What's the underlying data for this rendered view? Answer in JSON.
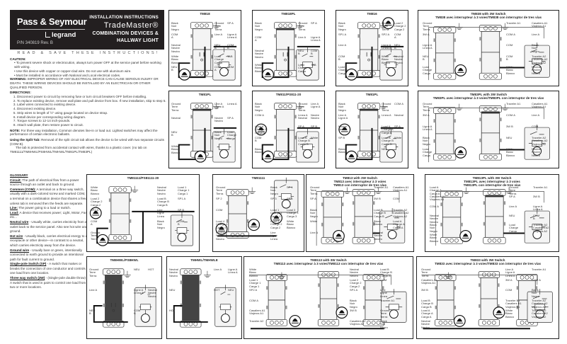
{
  "header": {
    "brand": "Pass & Seymour",
    "sub_brand": "legrand",
    "part_number": "P/N 340819 Rev. B",
    "doc_type": "INSTALLATION INSTRUCTIONS",
    "product": "TradeMaster®",
    "subtitle_line1": "COMBINATION DEVICES &",
    "subtitle_line2": "HALLWAY LIGHT"
  },
  "instructions": {
    "read_save": "READ & SAVE THESE INSTRUCTIONS!",
    "caution_label": "CAUTION:",
    "caution_items": [
      "To prevent severe shock or electrocution, always turn power OFF at the service panel before working with wiring.",
      "Use this device with copper or copper-clad wire. Do not use with aluminum wire.",
      "Must be installed in accordance with National and Local electrical codes."
    ],
    "warning_label": "WARNING:",
    "warning_text": "IMPROPER WIRING OF ANY ELECTRICAL DEVICE CAN CAUSE SERIOUS INJURY OR DEATH. THESE WIRING DEVICES SHOULD BE INSTALLED BY AN ELECTRICIAN OR OTHER QUALIFIED PERSON.",
    "directions_label": "DIRECTIONS:",
    "directions": [
      "Disconnect power to circuit by removing fuse or turn circuit breakers OFF before installing.",
      "To replace existing device, remove wall plate and pull device from box. If new installation, skip to step 5.",
      "Label wires connected to existing device.",
      "Disconnect existing device.",
      "Strip wires to length of ½\" using gauge located on device strap.",
      "Install device per corresponding wiring diagram.",
      "Torque screws to 12-14 inch-pounds.",
      "Attach wall plate, then restore power to circuit."
    ],
    "note_label": "NOTE:",
    "note_text": "For three way installation, Common denotes line-in or load out. Lighted switches may affect the performance of certain electronic ballasts.",
    "split_tab_label": "Using the Split Tab:",
    "split_tab_text": "Removal of the split circuit tab allows the device to be wired with two separate circuits (COM B).",
    "split_tab_text2": "The tab is protected from accidental contact with wires, thanks to a plastic cover. (no tab on TM81111/TM8HWL/PS8HWL/TMHWL/TM81PL/TM83PL)"
  },
  "glossary": {
    "title": "GLOSSARY",
    "terms": [
      {
        "term": "Circuit:",
        "def": "The path of electrical flow from a power source through an outlet and back to ground."
      },
      {
        "term": "Common (COM):",
        "def": "A terminal on a three way switch, usually with a dark-colored screw and marked COM, or a terminal on a combination device that shares a feed unless tab is removed then the feeds are separate."
      },
      {
        "term": "Line:",
        "def": "The power going to a load or switch."
      },
      {
        "term": "Load:",
        "def": "A device that receives power; Light, Motor, Fan, etc..."
      },
      {
        "term": "Neutral wire",
        "def": "- Usually white, carries electricity from an outlet back to the service panel. Also see hot wire and ground."
      },
      {
        "term": "Hot wire",
        "def": "- Usually black, carries electrical energy to a receptacle or other device—in contrast to a neutral, which carries electricity away from the device."
      },
      {
        "term": "Ground wire",
        "def": "- Usually bare or green, intentionally connected to earth ground to provide an intentional path for fault current to ground."
      },
      {
        "term": "Single-pole Switch (SP)",
        "def": "- A switch that makes or breaks the connection of one conductor and controls one load from one location."
      },
      {
        "term": "Three way switch (3W)",
        "def": "- (Single-pole double throw) - A switch that is used in pairs to control one load from two or more locations."
      }
    ]
  },
  "diagrams": [
    {
      "title": "TM818",
      "labels": [
        "Black\nNoir\nNegro",
        "Ground\nTerre\nTierra",
        "SP A",
        "COM\nA",
        "Line A",
        "Ligne A\nLínea A",
        "Neutral\nNeutre\nNeutro",
        "NEU\nB",
        "COM\nB",
        "White\nBlanc\nBlanco",
        "Load\nCharge\nCarga",
        "TAB",
        "NEU\nB",
        "COM\nA",
        "COM\nB"
      ]
    },
    {
      "title": "TM818PL",
      "labels": [
        "Black\nNoir\nNegro",
        "Ground\nTerre\nTierra",
        "SP A",
        "COM\nA",
        "Line A",
        "Ligne A\nLínea A",
        "Neutral\nNeutre\nNeutro",
        "NEU\nB",
        "COM\nB",
        "White\nBlanc\nBlanco",
        "Load\nCharge\nCarga",
        "TAB"
      ]
    },
    {
      "title": "TM816",
      "labels": [
        "Black\nNoir\nNegro",
        "Ground\nTerre\nTierra",
        "Load 2\nCharge 2\nCarga 2",
        "SP1 A",
        "SP2 A",
        "COM\nA",
        "Line A",
        "Ligne A\nLínea A",
        "NEU\nB",
        "COM\nB",
        "White\nBlanc\nBlanco",
        "Neutral\nNeutre\nNeutro",
        "Load\nCharge\nCarga"
      ]
    },
    {
      "title": "TM838 with 3W Switch",
      "subtitle": "TM838 avec interrupteur à 3 voies/TM838 con interruptor de tres vías",
      "labels": [
        "Ground\nTerre\nTierra",
        "Traveler A1",
        "Casaliers A1\nViajeros A1",
        "3W A",
        "COM A",
        "Line A",
        "Ligne A\nLínea A",
        "COM",
        "Black\nNoir\nNegro",
        "NEU\nB",
        "COM\nB",
        "Traveler A2\nCasaliers A2\nViajeros A2",
        "Load\nCharge\nCarga",
        "White\nBlanc\nBlanco",
        "Neutral\nNeutre\nNeutro"
      ]
    },
    {
      "title": "TM81PL",
      "labels": [
        "Ground\nTerre\nTierra",
        "Line A\nLigne A",
        "Línea A",
        "Neutral",
        "Neutre\nNeutro",
        "SP A",
        "NEU\nB",
        "Black\nNoir\nNegro",
        "Load\nCharge\nCarga",
        "White\nBlanc\nBlanco"
      ]
    },
    {
      "title": "TM811/PS811-20",
      "labels": [
        "Black\nNoir\nNegro",
        "Ground\nTerre\nTierra",
        "Line A\nLigne A",
        "COM A",
        "Línea A\nNeutral",
        "Neutre\nNeutro",
        "Load A\nCharge A\nCarga A",
        "SP A",
        "SP B",
        "COM\nB",
        "Load B\nCharge B\nCarga B",
        "White",
        "Blanc\nBlanco"
      ]
    },
    {
      "title": "TM81PL",
      "labels": [
        "Black\nNoir\nNegro",
        "Ground\nTerre\nTierra",
        "COM A",
        "Line A\nLigne A",
        "Línea A",
        "Neutral",
        "Neutre\nNeutro",
        "Load A\nCharge A\nCarga A",
        "SP A",
        "SP B",
        "Load B\nCharge B\nCarga B",
        "White",
        "Blanc\nBlanco",
        "NEU"
      ]
    },
    {
      "title": "TM83PL with 3W Switch",
      "subtitle": "TM83PL avec interrupteur à 3 voies/TM83PL con interruptor de tres vías",
      "labels": [
        "Ground\nTerre\nTierra",
        "Traveler A1",
        "Casaliers A1\nViajeros A1",
        "3W A",
        "COM A",
        "Line A",
        "Ligne A\nLínea A",
        "3W B",
        "COM",
        "Black\nNoir\nNegro",
        "NEU",
        "Traveler A2\nCasaliers A2\nViajeros A2",
        "Load\nCharge\nCarga",
        "White\nBlanc\nBlanco",
        "Neutral\nNeutre\nNeutro"
      ]
    },
    {
      "title": "TM81111/PS81111-20",
      "labels": [
        "White\nBlanc\nBlanco",
        "Neutral\nNeutre\nNeutro",
        "Load 1\nCharge 1\nCarga 1",
        "Load 2\nCharge 2\nCarga 2",
        "Load B\nCharge B\nCarga B",
        "SP1 A",
        "SP2 A",
        "Line\nLigne\nLínea",
        "SP B",
        "COM\nA",
        "Black\nNoir\nNegro",
        "COM\nB",
        "Ground\nTerre\nTierra"
      ]
    },
    {
      "title": "TM81111",
      "labels": [
        "Ground\nTerre\nTierra",
        "Black\nNoir\nNegro",
        "SP 1",
        "SP 2",
        "SP 3",
        "SP 4",
        "COM",
        "Load 1\nCharge 1\nCarga 1",
        "Load 3\nCharge 3\nCarga 3",
        "Load 4\nCharge 4\nCarga 4",
        "Load 2\nCharge 2\nCarga 2",
        "White\nBlanc\nBlanco",
        "Neutral\nNeutre\nNeutro",
        "Line\nLigne\nLínea"
      ]
    },
    {
      "title": "TM813 with 3W Switch",
      "subtitle": "TM813 avec interrupteur à 3 voies\nTM813 con interruptor de tres vías",
      "labels": [
        "Ground\nTerre\nTierra",
        "Traveler A1",
        "Casaliers A1\nViajeros A1",
        "SP A",
        "3W B",
        "COM",
        "Black\nNoir\nNegro",
        "Load B\nCharge B\nCarga B",
        "Traveler A2\nCasaliers A2\nViajeros A2",
        "White",
        "Blanc\nBlanco",
        "Load A\nCharge A\nCarga A",
        "Line A",
        "Neutral\nNeutre\nNeutro"
      ]
    },
    {
      "title": "TM813PL with 3W Switch",
      "subtitle": "TM813PL avec interrupteur à 3 voies\nTM813PL con interruptor de tres vías",
      "labels": [
        "Load A\nCharge A\nCarga A",
        "Ground\nTerre\nTierra",
        "Traveler A1",
        "Casaliers A1\nViajeros A1",
        "SP A",
        "3W B",
        "COM A",
        "Line A",
        "Ligne A\nLínea A",
        "Neutral\nNeutre\nNeutro",
        "NEU",
        "COM\nB",
        "Black\nNoir\nNegro",
        "Load\nCharge\nCarga",
        "Traveler A2\nCasaliers A2\nViajeros A2",
        "White\nBlanc\nBlanco"
      ]
    },
    {
      "title": "TM8HWL/PS8HWL",
      "labels": [
        "Ground\nTerre\nTierra",
        "NEU",
        "HOT",
        "Line A",
        "Ligne A\nLínea A",
        "Neutral\nNeutre\nNeutro",
        "NEU\nB",
        "COM\nB"
      ]
    },
    {
      "title": "TMHWL/TMHWLE",
      "labels": [
        "Neutral\nNeutre\nNeutro",
        "Line A",
        "Ligne A\nLínea A",
        "NEU",
        "HOT",
        "NEU",
        "HOT"
      ]
    },
    {
      "title": "TM8113 with 3W Switch",
      "subtitle": "TM8113 avec interrupteur à 3 voies/TM8113 con interruptor de tres vías",
      "labels": [
        "White\nBlanc\nBlanco",
        "Neutral\nNeutre\nNeutro",
        "Load B\nCharge B\nCarga B",
        "Load 1\nCharge 1\nCarga 1",
        "Load 2\nCharge 2\nCarga 2",
        "COM",
        "SP2 A",
        "SP1 A",
        "Line\nLigne\nLínea",
        "COM A",
        "Black\nNoir\nNegro",
        "Traveler A1",
        "Casaliers A1\nViajeros A1",
        "3W B",
        "Ground\nTerre\nTierra",
        "Traveler A2",
        "Casaliers A2\nViajeros A2",
        "Black\nNoir\nNegro"
      ]
    },
    {
      "title": "TM833 with 3W Switch",
      "subtitle": "TM833 avec interrupteur à 3 voies/TM833 con interruptor de tres vías",
      "labels": [
        "Ground\nTerre\nTierra",
        "Line A\nLigne A\nLínea A",
        "Traveler A1",
        "Casaliers A1\nViajeros A1",
        "3W A",
        "COM A",
        "3W B",
        "COM",
        "Black\nNoir\nNegro",
        "Load B\nCharge B\nCarga B",
        "Traveler B1\nCasaliers B1\nViajeros B1",
        "Traveler A2\nCasaliers A2\nViajeros A2",
        "Load A\nCharge A\nCarga A",
        "White\nBlanc\nBlanco",
        "Traveler B2\nCasaliers B2\nViajeros B2",
        "Neutral\nNeutre\nNeutro"
      ]
    }
  ]
}
